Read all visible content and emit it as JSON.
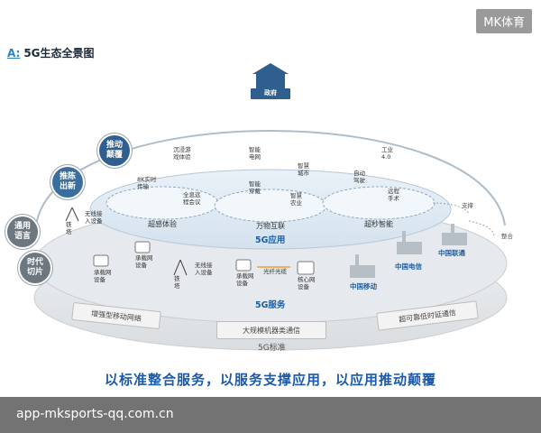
{
  "watermark": "MK体育",
  "heading": {
    "letter": "A:",
    "text": "5G生态全景图"
  },
  "government": "政府",
  "bubbles": {
    "push": "推动\n颠覆",
    "innovate": "推陈\n出新",
    "general": "通用\n语言",
    "era": "时代\n切片"
  },
  "apps": {
    "immersive": "沉浸游\n戏体验",
    "grid": "智能\n电网",
    "city": "智慧\n城市",
    "industry": "工业\n4.0",
    "video8k": "8K实时\n传输",
    "conference": "全息远\n程会议",
    "wearable": "智能\n穿戴",
    "agri": "智慧\n农业",
    "driving": "自动\n驾驶",
    "surgery": "远程\n手术"
  },
  "app_groups": [
    "超感体验",
    "万物互联",
    "超秒智能"
  ],
  "layer_app": "5G应用",
  "side_labels": {
    "support": "支撑",
    "integrate": "整合"
  },
  "services": {
    "railway1": "铁\n塔",
    "access1": "无线接\n入设备",
    "carrier_eq1": "承载网\n设备",
    "carrier_eq2": "承载网\n设备",
    "railway2": "铁\n塔",
    "access2": "无线接\n入设备",
    "carrier_eq3": "承载网\n设备",
    "fiber": "光纤光缆",
    "core": "核心网\n设备"
  },
  "carriers": [
    "中国电信",
    "中国联通",
    "中国移动"
  ],
  "layer_service": "5G服务",
  "standards": [
    "增强型移动网络",
    "大规模机器类通信",
    "超可靠低时延通信"
  ],
  "layer_standard": "5G标准",
  "tagline": "以标准整合服务，以服务支撑应用，以应用推动颠覆",
  "footer_url": "app-mksports-qq.com.cn",
  "colors": {
    "accent": "#1e5fa0",
    "bubble_blue": "#3a6e9e",
    "bubble_gray": "#7b8690",
    "dome": "#dbe8f2"
  }
}
